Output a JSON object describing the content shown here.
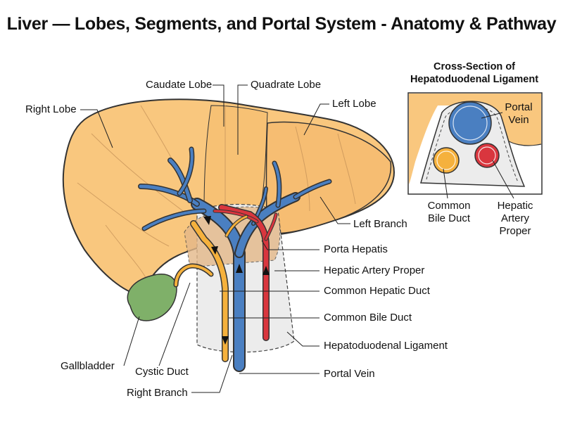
{
  "title": "Liver — Lobes, Segments, and Portal System - Anatomy & Pathway",
  "inset": {
    "title_line1": "Cross-Section of",
    "title_line2": "Hepatoduodenal Ligament",
    "portal_vein": [
      "Portal",
      "Vein"
    ],
    "common_bile_duct": [
      "Common",
      "Bile Duct"
    ],
    "hepatic_artery": [
      "Hepatic",
      "Artery",
      "Proper"
    ]
  },
  "labels": {
    "caudate_lobe": "Caudate Lobe",
    "quadrate_lobe": "Quadrate Lobe",
    "right_lobe": "Right Lobe",
    "left_lobe": "Left Lobe",
    "left_branch": "Left Branch",
    "porta_hepatis": "Porta Hepatis",
    "hepatic_artery_proper": "Hepatic Artery Proper",
    "common_hepatic_duct": "Common Hepatic Duct",
    "common_bile_duct": "Common Bile Duct",
    "hepatoduodenal_ligament": "Hepatoduodenal Ligament",
    "portal_vein": "Portal Vein",
    "gallbladder": "Gallbladder",
    "cystic_duct": "Cystic Duct",
    "right_branch": "Right Branch"
  },
  "colors": {
    "liver": "#f9c77e",
    "liver_shade": "#efb067",
    "portal_vein": "#4a7fc1",
    "hepatic_artery": "#d9363e",
    "bile_duct": "#f5b13d",
    "gallbladder": "#7fb069",
    "ligament": "#ececec",
    "outline": "#333333"
  }
}
